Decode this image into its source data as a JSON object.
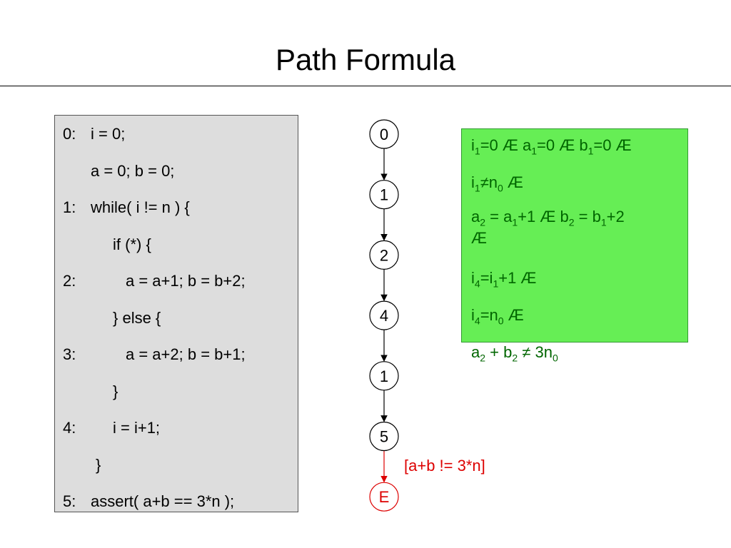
{
  "title": "Path Formula",
  "code": {
    "lines": [
      {
        "num": "0:",
        "text": "i = 0;"
      },
      {
        "num": "",
        "text": "a = 0; b = 0;"
      },
      {
        "num": "1:",
        "text": "while( i != n ) {"
      },
      {
        "num": "",
        "text": "if (*) {"
      },
      {
        "num": "2:",
        "text": "a = a+1; b = b+2;"
      },
      {
        "num": "",
        "text": "} else {"
      },
      {
        "num": "3:",
        "text": "a = a+2; b = b+1;"
      },
      {
        "num": "",
        "text": "}"
      },
      {
        "num": "4:",
        "text": "i = i+1;"
      },
      {
        "num": "",
        "text": "}"
      },
      {
        "num": "5:",
        "text": "assert( a+b == 3*n );"
      }
    ]
  },
  "graph": {
    "nodes": [
      {
        "label": "0",
        "error": false
      },
      {
        "label": "1",
        "error": false
      },
      {
        "label": "2",
        "error": false
      },
      {
        "label": "4",
        "error": false
      },
      {
        "label": "1",
        "error": false
      },
      {
        "label": "5",
        "error": false
      },
      {
        "label": "E",
        "error": true
      }
    ],
    "guard_label": "[a+b != 3*n]",
    "node_color": "#000000",
    "error_color": "#dd0000"
  },
  "formula": {
    "lines": [
      [
        [
          "i",
          "1"
        ],
        [
          "=0 Æ a",
          "1"
        ],
        [
          "=0 Æ b",
          "1"
        ],
        [
          "=0 Æ",
          ""
        ]
      ],
      [
        [
          "i",
          "1"
        ],
        [
          "≠n",
          "0"
        ],
        [
          " Æ",
          ""
        ]
      ],
      [
        [
          "a",
          "2"
        ],
        [
          " = a",
          "1"
        ],
        [
          "+1 Æ b",
          "2"
        ],
        [
          " = b",
          "1"
        ],
        [
          "+2",
          ""
        ]
      ],
      [
        [
          "Æ",
          ""
        ]
      ],
      [
        [
          "i",
          "4"
        ],
        [
          "=i",
          "1"
        ],
        [
          "+1 Æ",
          ""
        ]
      ],
      [
        [
          "i",
          "4"
        ],
        [
          "=n",
          "0"
        ],
        [
          " Æ",
          ""
        ]
      ],
      [
        [
          "a",
          "2"
        ],
        [
          " + b",
          "2"
        ],
        [
          " ≠ 3n",
          "0"
        ]
      ]
    ],
    "box_color": "#66ee55",
    "text_color": "#006600"
  }
}
